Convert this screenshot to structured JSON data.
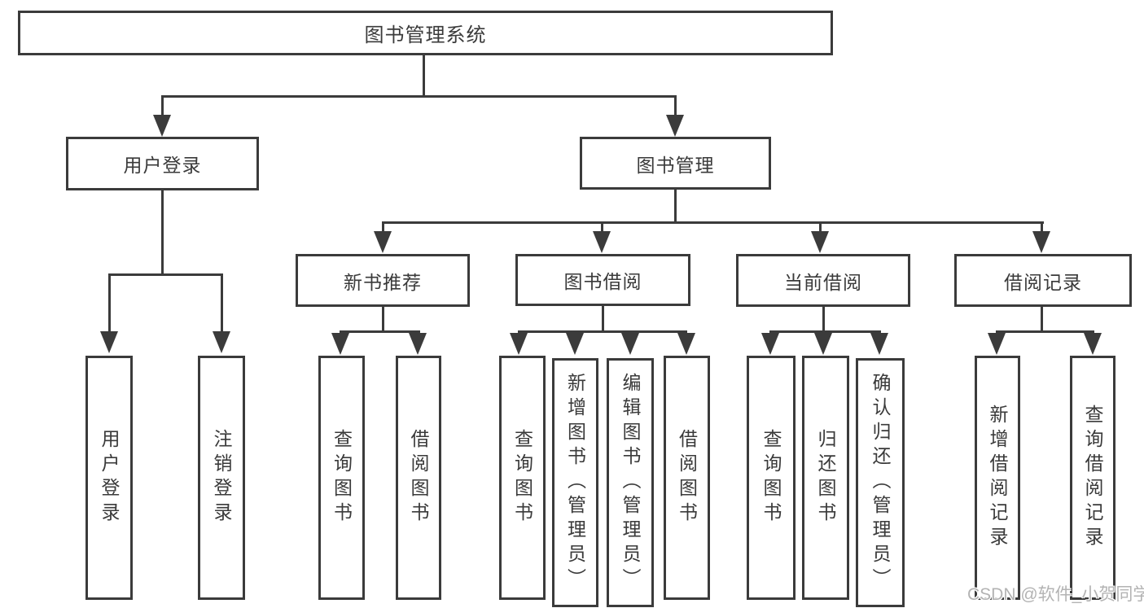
{
  "diagram": {
    "title": "图书管理系统",
    "groups": {
      "user_login": "用户登录",
      "book_mgmt": "图书管理"
    },
    "modules": {
      "new_book_rec": "新书推荐",
      "book_borrow": "图书借阅",
      "current_borrow": "当前借阅",
      "borrow_records": "借阅记录"
    },
    "leaves": {
      "user_login": "用户登录",
      "logout": "注销登录",
      "nb_query_book": "查询图书",
      "nb_borrow_book": "借阅图书",
      "bb_query_book": "查询图书",
      "bb_add_book": "新增图书（管理员）",
      "bb_edit_book": "编辑图书（管理员）",
      "bb_borrow_book": "借阅图书",
      "cb_query_book": "查询图书",
      "cb_return_book": "归还图书",
      "cb_confirm_return": "确认归还（管理员）",
      "br_add_record": "新增借阅记录",
      "br_query_record": "查询借阅记录"
    }
  },
  "watermark": "CSDN @软件_小贺同学",
  "colors": {
    "line": "#3b3b3b",
    "text": "#3a3a3a",
    "watermark": "#b3b3b3"
  }
}
